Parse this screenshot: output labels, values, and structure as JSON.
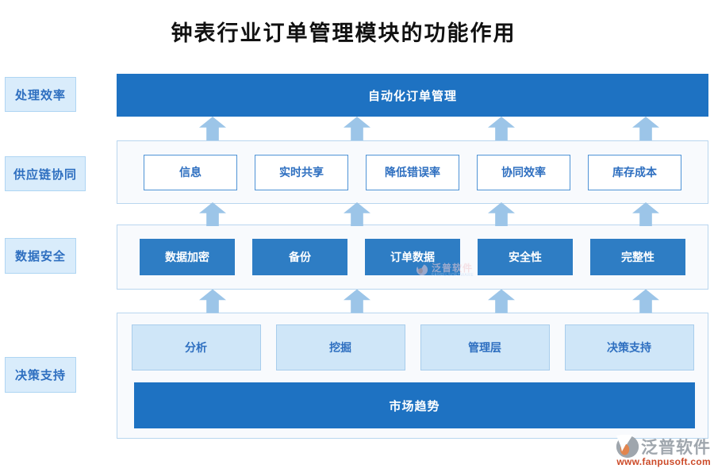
{
  "title": "钟表行业订单管理模块的功能作用",
  "side_labels": [
    {
      "label": "处理效率"
    },
    {
      "label": "供应链协同"
    },
    {
      "label": "数据安全"
    },
    {
      "label": "决策支持"
    }
  ],
  "diagram": {
    "top_bar": "自动化订单管理",
    "supply_row": {
      "boxes": [
        "信息",
        "实时共享",
        "降低错误率",
        "协同效率",
        "库存成本"
      ]
    },
    "security_row": {
      "boxes": [
        "数据加密",
        "备份",
        "订单数据",
        "安全性",
        "完整性"
      ]
    },
    "decision_row": {
      "boxes": [
        "分析",
        "挖掘",
        "管理层",
        "决策支持"
      ],
      "bottom_bar": "市场趋势"
    }
  },
  "watermark_center": {
    "brand": "泛普软件",
    "sub": "FANPU SOFTWARE"
  },
  "logo": {
    "brand": "泛普软件",
    "url": "www.fanpusoft.com"
  },
  "colors": {
    "primary_bar_blue": "#1e72c2",
    "solid_box_blue": "#2e7dc4",
    "arrow_blue": "#9cc5e8",
    "light_box_blue": "#cfe6f8",
    "label_bg_blue": "#d9ecfb",
    "container_border": "#b9d6ef",
    "text_blue": "#2e6fc0",
    "logo_gray": "#9fa6ad",
    "logo_orange": "#cc4a28"
  }
}
